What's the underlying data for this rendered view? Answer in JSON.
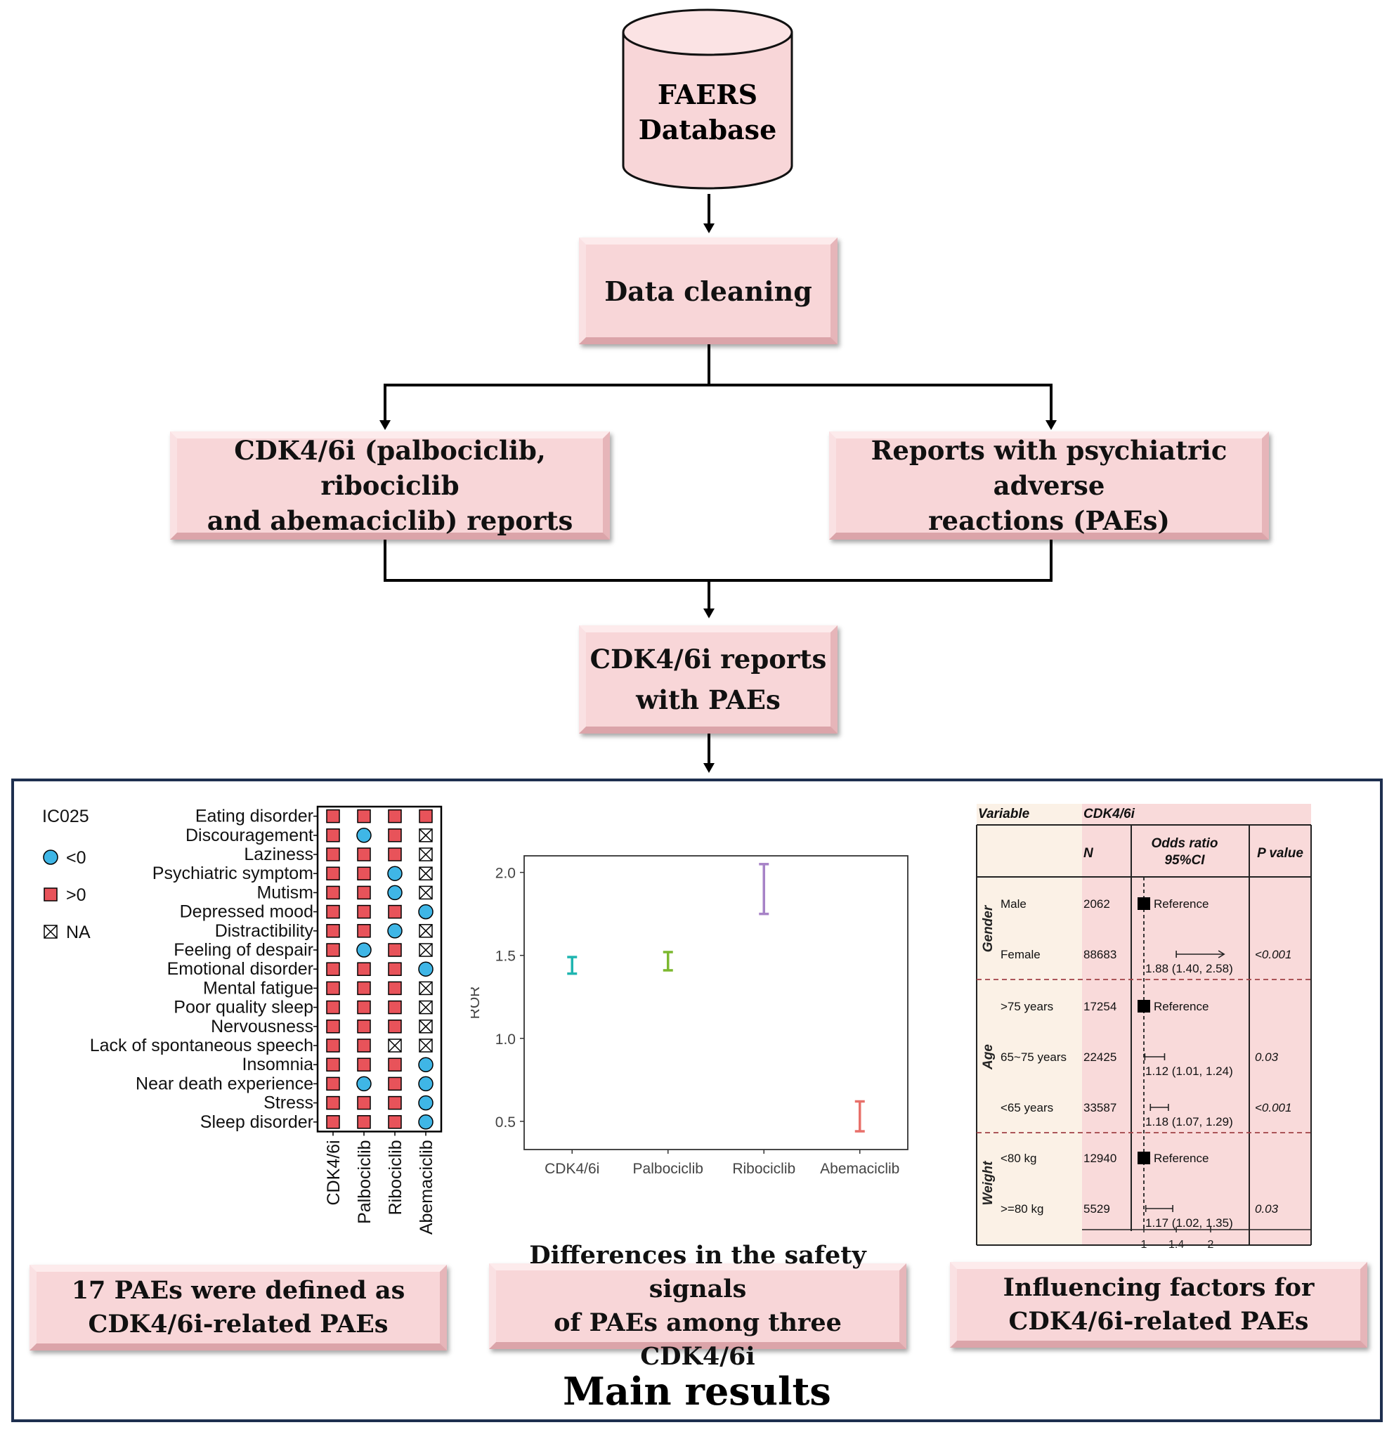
{
  "flow": {
    "database": [
      "FAERS",
      "Database"
    ],
    "cleaning": "Data cleaning",
    "cdk_reports": [
      "CDK4/6i (palbociclib, ribociclib",
      "and abemaciclib) reports"
    ],
    "pae_reports": [
      "Reports with psychiatric adverse",
      "reactions (PAEs)"
    ],
    "cdk_pae": [
      "CDK4/6i reports",
      "with PAEs"
    ]
  },
  "main_title": "Main results",
  "captions": {
    "left": [
      "17 PAEs were defined as",
      "CDK4/6i-related PAEs"
    ],
    "middle": [
      "Differences in the safety signals",
      "of PAEs among three CDK4/6i"
    ],
    "right": [
      "Influencing factors for",
      "CDK4/6i-related PAEs"
    ]
  },
  "colors": {
    "positive": "#e8535a",
    "negative": "#3fb6e6",
    "box_pink": "#f8d6d8",
    "frame": "#1e2f4f"
  },
  "chart_data": [
    {
      "type": "table",
      "legend_title": "IC025",
      "legend": [
        {
          "symbol": "circle",
          "label": "<0"
        },
        {
          "symbol": "square",
          "label": ">0"
        },
        {
          "symbol": "cross-box",
          "label": "NA"
        }
      ],
      "columns": [
        "CDK4/6i",
        "Palbociclib",
        "Ribociclib",
        "Abemaciclib"
      ],
      "rows": [
        {
          "label": "Eating disorder",
          "values": [
            ">0",
            ">0",
            ">0",
            ">0"
          ]
        },
        {
          "label": "Discouragement",
          "values": [
            ">0",
            "<0",
            ">0",
            "NA"
          ]
        },
        {
          "label": "Laziness",
          "values": [
            ">0",
            ">0",
            ">0",
            "NA"
          ]
        },
        {
          "label": "Psychiatric symptom",
          "values": [
            ">0",
            ">0",
            "<0",
            "NA"
          ]
        },
        {
          "label": "Mutism",
          "values": [
            ">0",
            ">0",
            "<0",
            "NA"
          ]
        },
        {
          "label": "Depressed mood",
          "values": [
            ">0",
            ">0",
            ">0",
            "<0"
          ]
        },
        {
          "label": "Distractibility",
          "values": [
            ">0",
            ">0",
            "<0",
            "NA"
          ]
        },
        {
          "label": "Feeling of despair",
          "values": [
            ">0",
            "<0",
            ">0",
            "NA"
          ]
        },
        {
          "label": "Emotional disorder",
          "values": [
            ">0",
            ">0",
            ">0",
            "<0"
          ]
        },
        {
          "label": "Mental fatigue",
          "values": [
            ">0",
            ">0",
            ">0",
            "NA"
          ]
        },
        {
          "label": "Poor quality sleep",
          "values": [
            ">0",
            ">0",
            ">0",
            "NA"
          ]
        },
        {
          "label": "Nervousness",
          "values": [
            ">0",
            ">0",
            ">0",
            "NA"
          ]
        },
        {
          "label": "Lack of spontaneous speech",
          "values": [
            ">0",
            ">0",
            "NA",
            "NA"
          ]
        },
        {
          "label": "Insomnia",
          "values": [
            ">0",
            ">0",
            ">0",
            "<0"
          ]
        },
        {
          "label": "Near death experience",
          "values": [
            ">0",
            "<0",
            ">0",
            "<0"
          ]
        },
        {
          "label": "Stress",
          "values": [
            ">0",
            ">0",
            ">0",
            "<0"
          ]
        },
        {
          "label": "Sleep disorder",
          "values": [
            ">0",
            ">0",
            ">0",
            "<0"
          ]
        }
      ]
    },
    {
      "type": "scatter",
      "xlabel": "",
      "ylabel": "ROR",
      "categories": [
        "CDK4/6i",
        "Palbociclib",
        "Ribociclib",
        "Abemaciclib"
      ],
      "ylim": [
        0.33,
        2.1
      ],
      "yticks": [
        0.5,
        1.0,
        1.5,
        2.0
      ],
      "ytick_labels": [
        "0.5",
        "1.0",
        "1.5",
        "2.0"
      ],
      "series": [
        {
          "category": "CDK4/6i",
          "low": 1.39,
          "high": 1.49,
          "color": "#1fb5b0"
        },
        {
          "category": "Palbociclib",
          "low": 1.41,
          "high": 1.52,
          "color": "#7cb82f"
        },
        {
          "category": "Ribociclib",
          "low": 1.75,
          "high": 2.05,
          "color": "#a783c7"
        },
        {
          "category": "Abemaciclib",
          "low": 0.44,
          "high": 0.62,
          "color": "#e8706a"
        }
      ],
      "grid": false
    },
    {
      "type": "table",
      "headers": {
        "variable": "Variable",
        "group": "CDK4/6i",
        "n": "N",
        "or": [
          "Odds ratio",
          "95%CI"
        ],
        "p": "P value"
      },
      "groups": [
        {
          "name": "Gender",
          "rows": [
            {
              "label": "Male",
              "n": "2062",
              "or": null,
              "ci": null,
              "text": "Reference",
              "p": ""
            },
            {
              "label": "Female",
              "n": "88683",
              "or": 1.88,
              "ci": [
                1.4,
                2.58
              ],
              "text": "1.88 (1.40, 2.58)",
              "p": "<0.001"
            }
          ]
        },
        {
          "name": "Age",
          "rows": [
            {
              "label": ">75 years",
              "n": "17254",
              "or": null,
              "ci": null,
              "text": "Reference",
              "p": ""
            },
            {
              "label": "65~75 years",
              "n": "22425",
              "or": 1.12,
              "ci": [
                1.01,
                1.24
              ],
              "text": "1.12 (1.01, 1.24)",
              "p": "0.03"
            },
            {
              "label": "<65 years",
              "n": "33587",
              "or": 1.18,
              "ci": [
                1.07,
                1.29
              ],
              "text": "1.18 (1.07, 1.29)",
              "p": "<0.001"
            }
          ]
        },
        {
          "name": "Weight",
          "rows": [
            {
              "label": "<80 kg",
              "n": "12940",
              "or": null,
              "ci": null,
              "text": "Reference",
              "p": ""
            },
            {
              "label": ">=80 kg",
              "n": "5529",
              "or": 1.17,
              "ci": [
                1.02,
                1.35
              ],
              "text": "1.17 (1.02, 1.35)",
              "p": "0.03"
            }
          ]
        }
      ],
      "xticks": [
        "1",
        "1.4",
        "2"
      ]
    }
  ]
}
